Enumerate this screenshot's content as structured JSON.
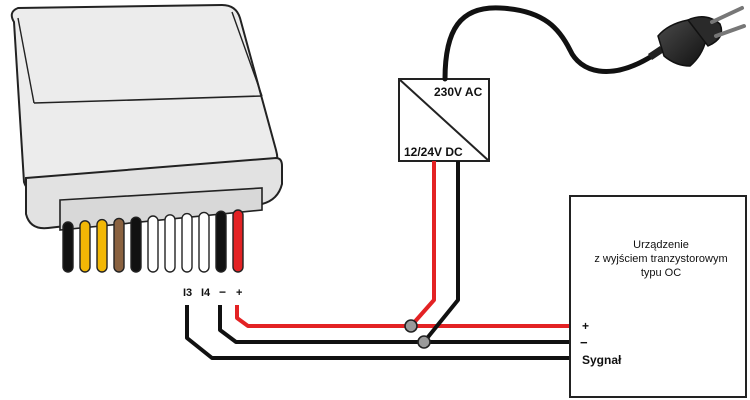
{
  "module": {
    "terminal_labels": [
      "I3",
      "I4",
      "−",
      "+"
    ],
    "wire_colors": [
      "#111111",
      "#f2b705",
      "#f2b705",
      "#8a6240",
      "#111111",
      "#ffffff",
      "#ffffff",
      "#ffffff",
      "#ffffff",
      "#111111",
      "#e32224"
    ]
  },
  "power_supply": {
    "input_label": "230V AC",
    "output_label": "12/24V DC"
  },
  "device": {
    "title_lines": [
      "Urządzenie",
      "z wyjściem tranzystorowym",
      "typu OC"
    ],
    "plus_label": "+",
    "minus_label": "−",
    "signal_label": "Sygnał"
  },
  "colors": {
    "wire_red": "#e32224",
    "wire_black": "#111111",
    "junction": "#9a9a9a"
  },
  "icons": [
    "power-plug-icon"
  ]
}
